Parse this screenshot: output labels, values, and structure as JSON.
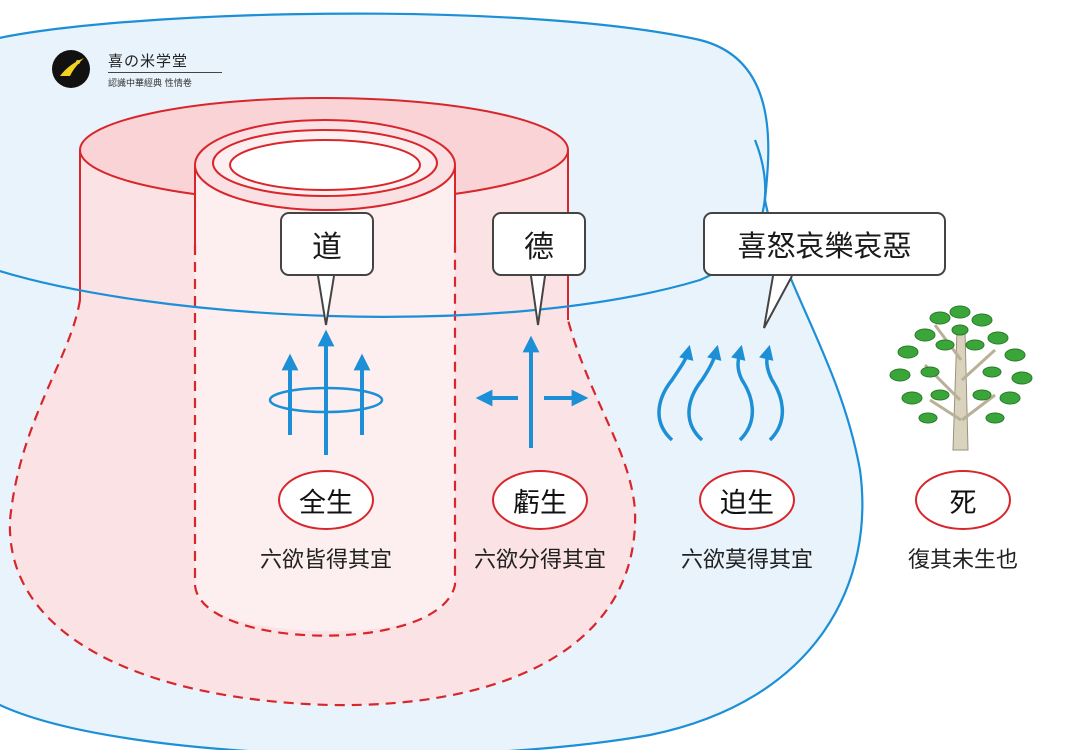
{
  "logo": {
    "title": "喜の米学堂",
    "subtitle": "認識中華經典  性情卷"
  },
  "bubbles": {
    "dao": "道",
    "de": "德",
    "emotions": "喜怒哀樂哀惡"
  },
  "states": [
    {
      "label": "全生",
      "caption": "六欲皆得其宜"
    },
    {
      "label": "虧生",
      "caption": "六欲分得其宜"
    },
    {
      "label": "迫生",
      "caption": "六欲莫得其宜"
    },
    {
      "label": "死",
      "caption": "復其未生也"
    }
  ],
  "colors": {
    "blue_outline": "#1c8fd6",
    "blue_fill": "#e8f3fb",
    "red_outline": "#d8262b",
    "red_fill": "#fbe3e5",
    "arrow_blue": "#1c8fd6",
    "leaf_green": "#3aa63a",
    "trunk": "#d9d3bd"
  }
}
